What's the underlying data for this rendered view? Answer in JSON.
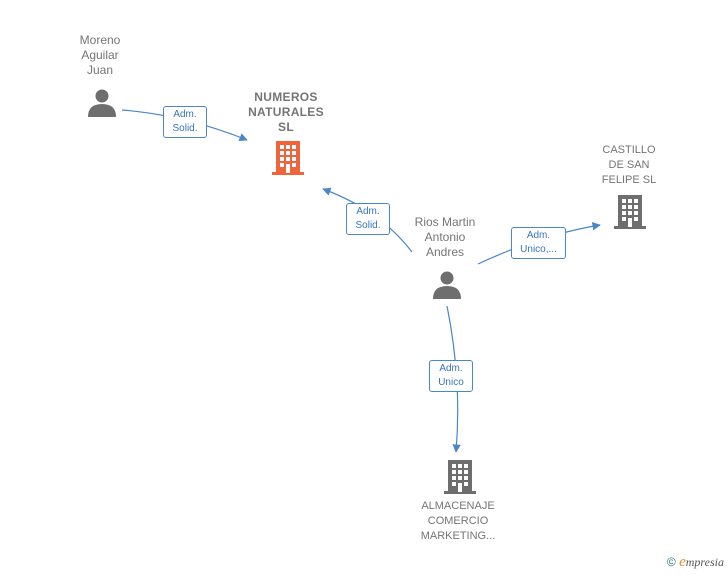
{
  "colors": {
    "edge": "#4a86c8",
    "person": "#6e6e6e",
    "company": "#6e6e6e",
    "company_main": "#f0643c"
  },
  "nodes": {
    "moreno": {
      "label": "Moreno\nAguilar\nJuan",
      "icon": "person-icon"
    },
    "numeros": {
      "label": "NUMEROS\nNATURALES\nSL",
      "icon": "building-icon"
    },
    "castillo": {
      "label": "CASTILLO\nDE SAN\nFELIPE  SL",
      "icon": "building-icon"
    },
    "rios": {
      "label": "Rios Martin\nAntonio\nAndres",
      "icon": "person-icon"
    },
    "almacenaje": {
      "label": "ALMACENAJE\nCOMERCIO\nMARKETING...",
      "icon": "building-icon"
    }
  },
  "edges": {
    "moreno_numeros": "Adm.\nSolid.",
    "rios_numeros": "Adm.\nSolid.",
    "rios_castillo": "Adm.\nUnico,...",
    "rios_almacenaje": "Adm.\nUnico"
  },
  "brand": {
    "copyright": "©",
    "initial": "e",
    "rest": "mpresia"
  }
}
